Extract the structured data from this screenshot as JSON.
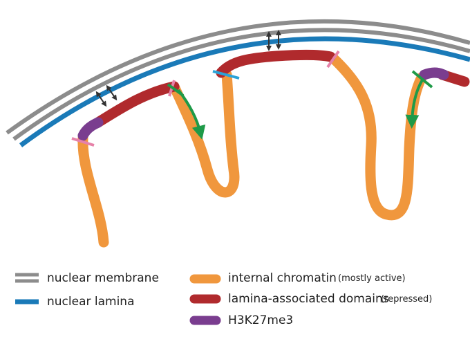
{
  "legend": {
    "membrane": {
      "label": "nuclear membrane",
      "color": "#8c8c8c"
    },
    "lamina": {
      "label": "nuclear lamina",
      "color": "#1a7ab8"
    },
    "internal": {
      "label": "internal chromatin",
      "note": "(mostly active)",
      "color": "#f0973d"
    },
    "lad": {
      "label": "lamina-associated domains",
      "note": "(repressed)",
      "color": "#b02a2d"
    },
    "h3k27me3": {
      "label": "H3K27me3",
      "color": "#7a3d8f"
    }
  },
  "colors": {
    "boundary_pink": "#e681a8",
    "boundary_blue": "#2ba3d8",
    "boundary_green": "#1e9a48",
    "interaction_arrow": "#333333"
  }
}
